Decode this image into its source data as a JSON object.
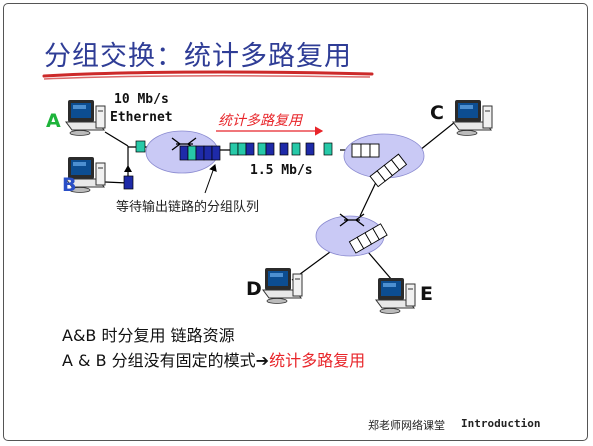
{
  "slide": {
    "title": "分组交换：统计多路复用",
    "ethernet_rate_line1": "10 Mb/s",
    "ethernet_rate_line2": "Ethernet",
    "link_label": "统计多路复用",
    "trunk_rate": "1.5 Mb/s",
    "queue_caption": "等待输出链路的分组队列",
    "nodes": {
      "a": "A",
      "b": "B",
      "c": "C",
      "d": "D",
      "e": "E"
    },
    "bullet1": "A&B 时分复用 链路资源",
    "bullet2_prefix": "A & B 分组没有固定的模式",
    "bullet2_arrow": "➔",
    "bullet2_highlight": "统计多路复用",
    "footer_left": "郑老师网络课堂",
    "footer_right": "Introduction"
  },
  "colors": {
    "title": "#2f3d96",
    "title_underline": "#cc2a2a",
    "highlight_red": "#e8252a",
    "node_blue": "#2a4fc7",
    "node_green": "#1db33a",
    "router_fill": "#c9c9f5",
    "packet_teal": "#27c9a8",
    "packet_navy": "#1e2aa8"
  },
  "icons": [
    "computer-icon",
    "router-icon",
    "arrow-right-icon"
  ]
}
